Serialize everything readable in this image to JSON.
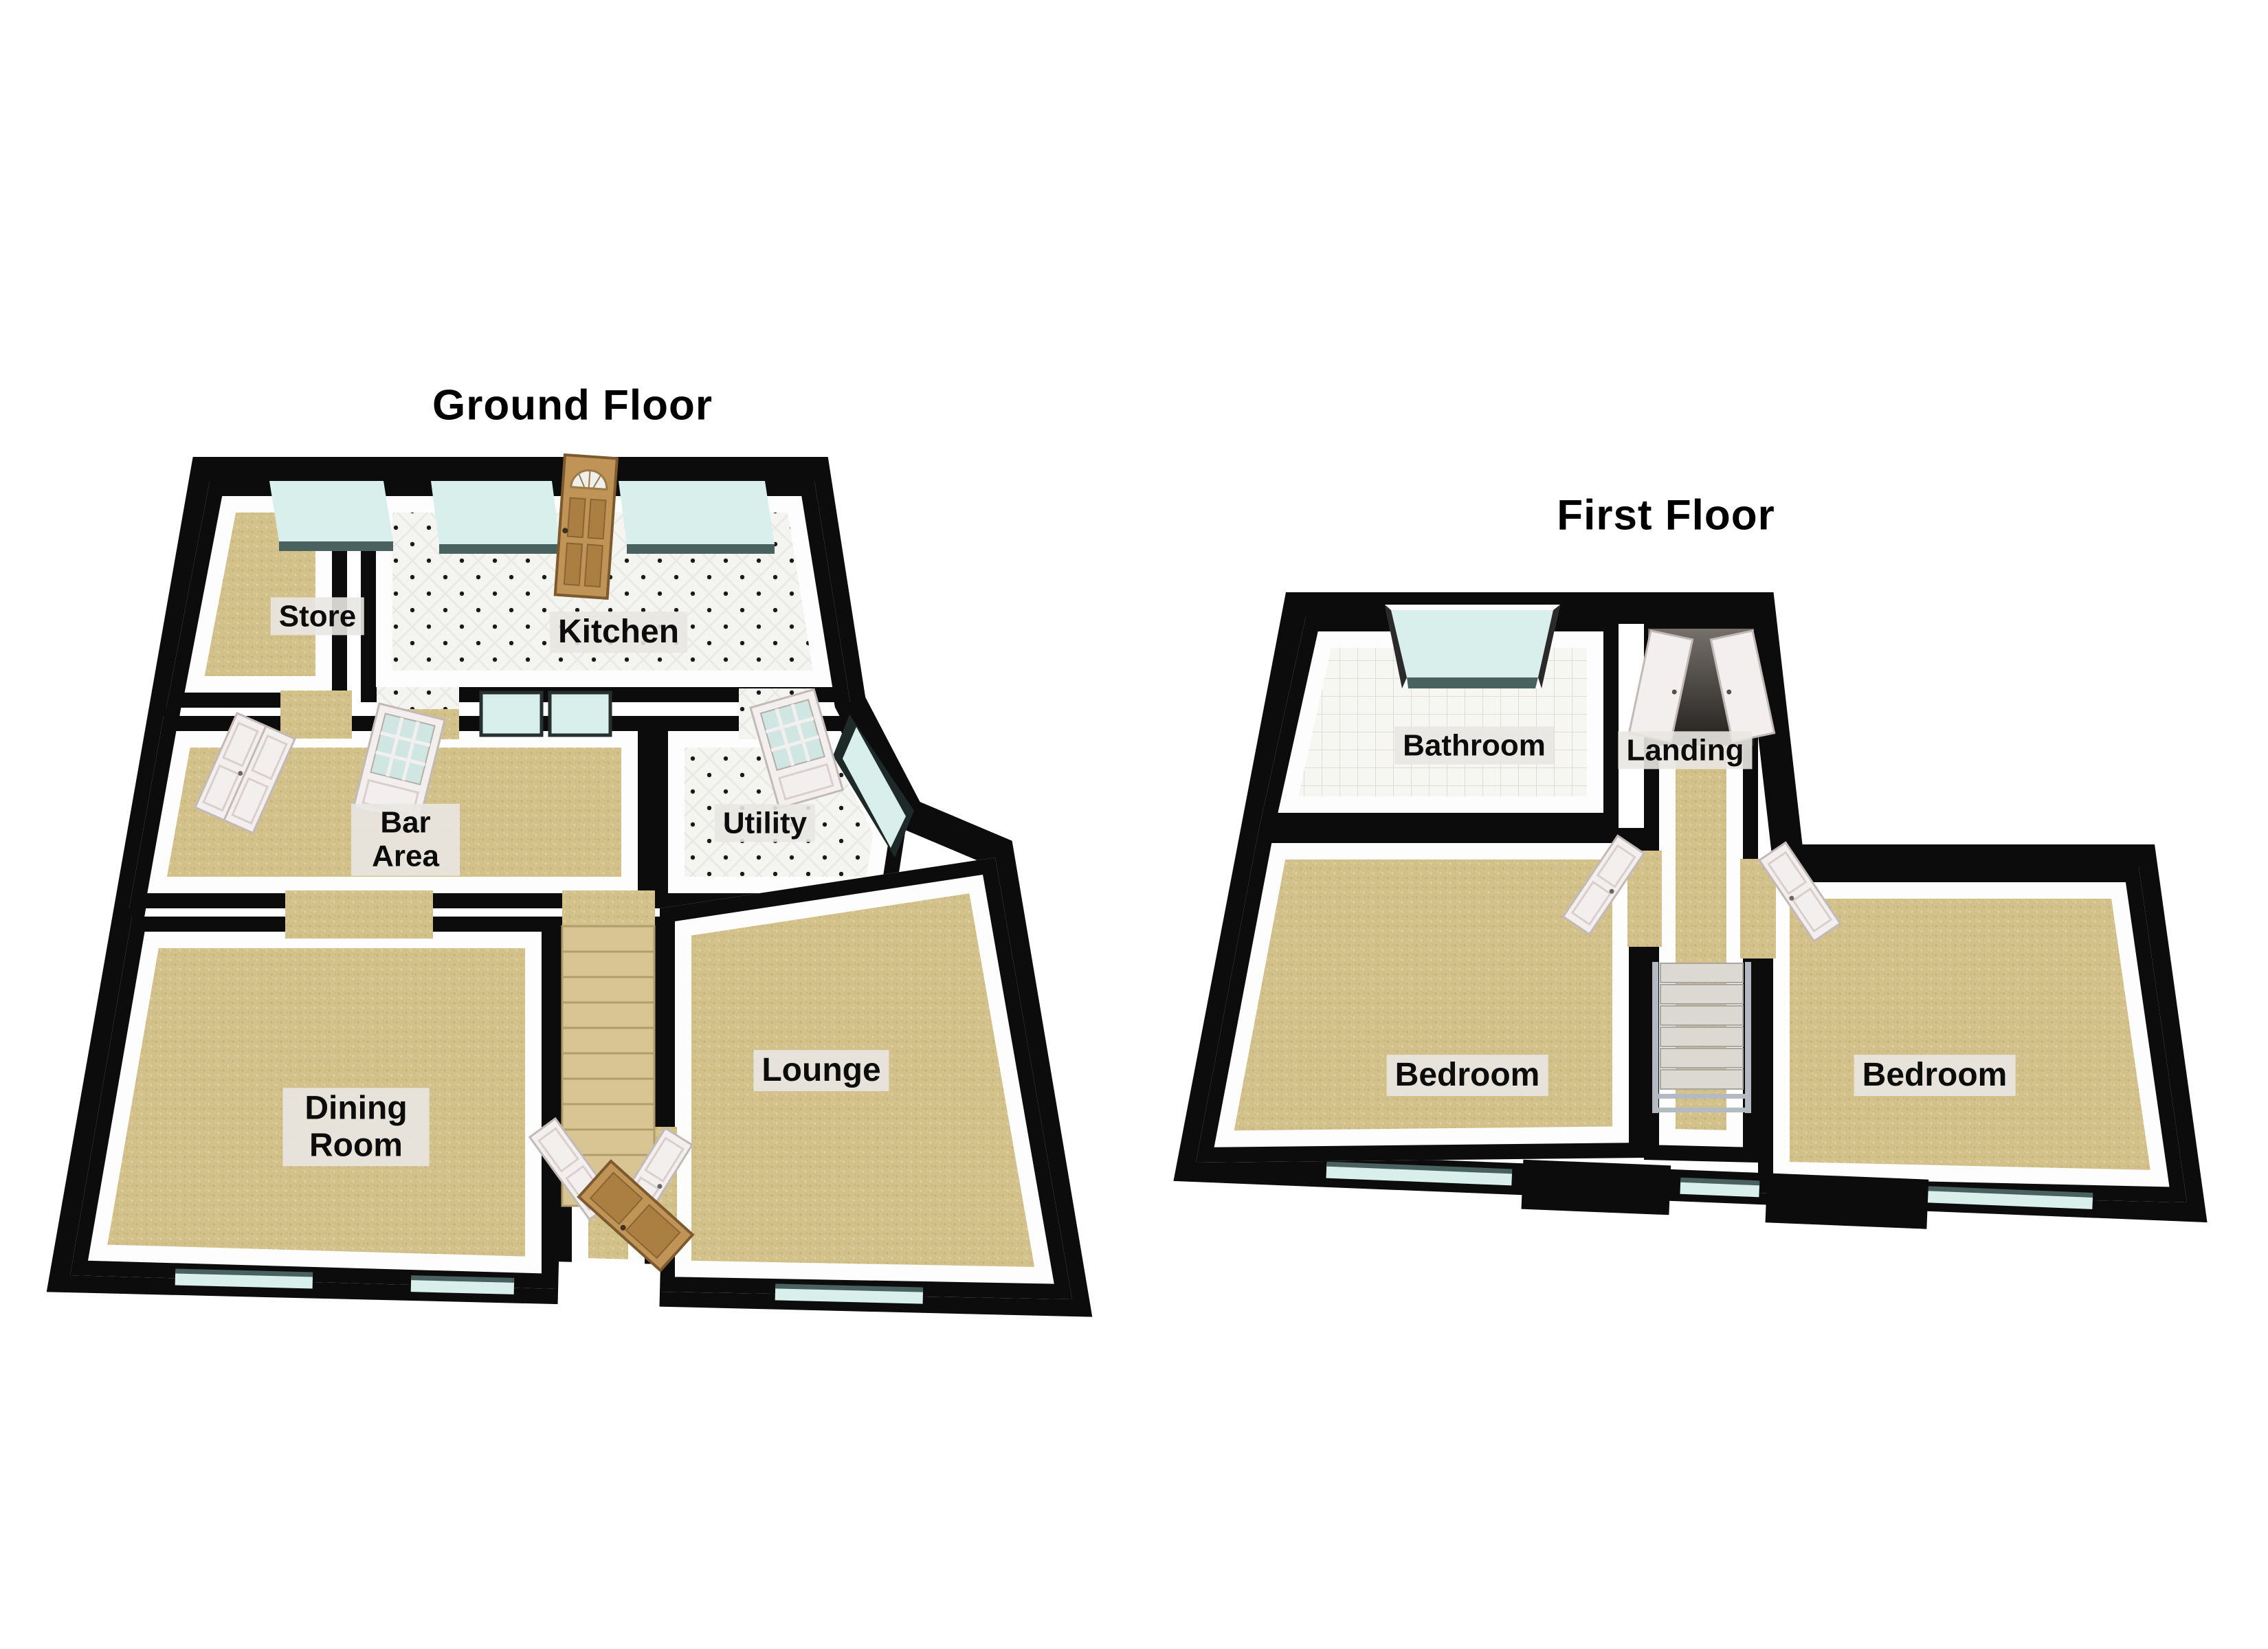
{
  "page": {
    "background": "#ffffff",
    "description": "3D floor plan renders of two storeys of a property"
  },
  "ground_floor": {
    "title": "Ground Floor",
    "rooms": {
      "store": "Store",
      "kitchen": "Kitchen",
      "bar_area": "Bar Area",
      "utility": "Utility",
      "dining_room": "Dining Room",
      "lounge": "Lounge"
    }
  },
  "first_floor": {
    "title": "First Floor",
    "rooms": {
      "bathroom": "Bathroom",
      "landing": "Landing",
      "bedroom_left": "Bedroom",
      "bedroom_right": "Bedroom"
    }
  },
  "colors": {
    "wall": "#0c0c0c",
    "wall_face": "#fdfdfd",
    "carpet": "#d3c18c",
    "tile_floor": "#f4f4f1",
    "bathroom_tile": "#f6f6f3",
    "window_glass": "#d9efeb",
    "window_sill": "#49625f",
    "wood_door": "#c09357",
    "white_door": "#f3efee",
    "label_background": "#e9e7e2",
    "label_text": "#0c0c0c"
  }
}
